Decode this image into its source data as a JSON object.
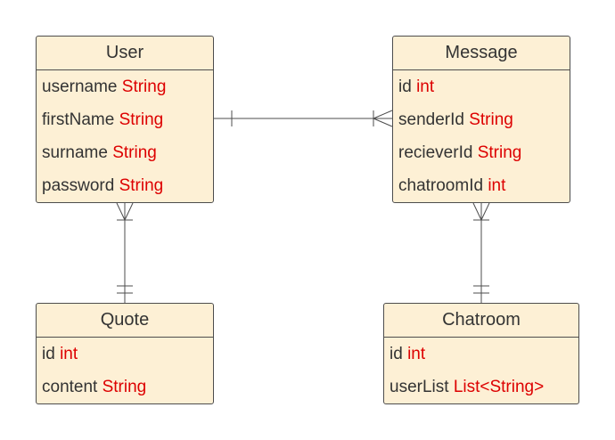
{
  "colors": {
    "fill": "#fdf0d5",
    "border": "#4d4d4d",
    "text": "#333333",
    "type": "#dd0000"
  },
  "entities": {
    "user": {
      "title": "User",
      "attributes": [
        {
          "name": "username",
          "type": "String"
        },
        {
          "name": "firstName",
          "type": "String"
        },
        {
          "name": "surname",
          "type": "String"
        },
        {
          "name": "password",
          "type": "String"
        }
      ]
    },
    "message": {
      "title": "Message",
      "attributes": [
        {
          "name": "id",
          "type": "int"
        },
        {
          "name": "senderId",
          "type": "String"
        },
        {
          "name": "recieverId",
          "type": "String"
        },
        {
          "name": "chatroomId",
          "type": "int"
        }
      ]
    },
    "quote": {
      "title": "Quote",
      "attributes": [
        {
          "name": "id",
          "type": "int"
        },
        {
          "name": "content",
          "type": "String"
        }
      ]
    },
    "chatroom": {
      "title": "Chatroom",
      "attributes": [
        {
          "name": "id",
          "type": "int"
        },
        {
          "name": "userList",
          "type": "List<String>"
        }
      ]
    }
  },
  "relationships": [
    {
      "from": "User",
      "from_cardinality": "one",
      "to": "Message",
      "to_cardinality": "many"
    },
    {
      "from": "User",
      "from_cardinality": "many",
      "to": "Quote",
      "to_cardinality": "one-and-only-one"
    },
    {
      "from": "Message",
      "from_cardinality": "many",
      "to": "Chatroom",
      "to_cardinality": "one-and-only-one"
    }
  ]
}
